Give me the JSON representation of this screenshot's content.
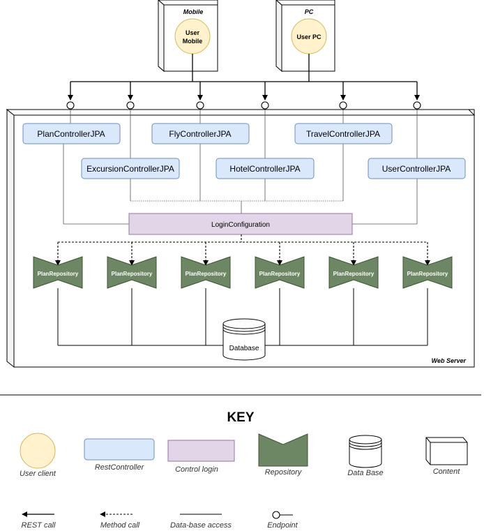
{
  "clients": {
    "mobile": {
      "box_label": "Mobile",
      "circle_label": [
        "User",
        "Mobile"
      ]
    },
    "pc": {
      "box_label": "PC",
      "circle_label": "User PC"
    }
  },
  "server": {
    "label": "Web Server"
  },
  "controllers": {
    "plan": "PlanControllerJPA",
    "fly": "FlyControllerJPA",
    "travel": "TravelControllerJPA",
    "excursion": "ExcursionControllerJPA",
    "hotel": "HotelControllerJPA",
    "user": "UserControllerJPA"
  },
  "login": "LoginConfiguration",
  "repositories": [
    "PlanRepository",
    "PlanRepository",
    "PlanRepository",
    "PlanRepository",
    "PlanRepository",
    "PlanRepository"
  ],
  "database": "Database",
  "key": {
    "title": "KEY",
    "user_client": "User client",
    "rest_controller": "RestController",
    "control_login": "Control login",
    "repository": "Repository",
    "database": "Data Base",
    "content": "Content",
    "rest_call": "REST call",
    "method_call": "Method call",
    "db_access": "Data-base access",
    "endpoint": "Endpoint"
  },
  "colors": {
    "client_fill": "#fff2cc",
    "client_stroke": "#d6b656",
    "controller_fill": "#dae8fc",
    "controller_stroke": "#6c8ebf",
    "login_fill": "#e1d5e7",
    "login_stroke": "#9673a6",
    "repo_fill": "#6d8764",
    "repo_stroke": "#3a5431"
  }
}
